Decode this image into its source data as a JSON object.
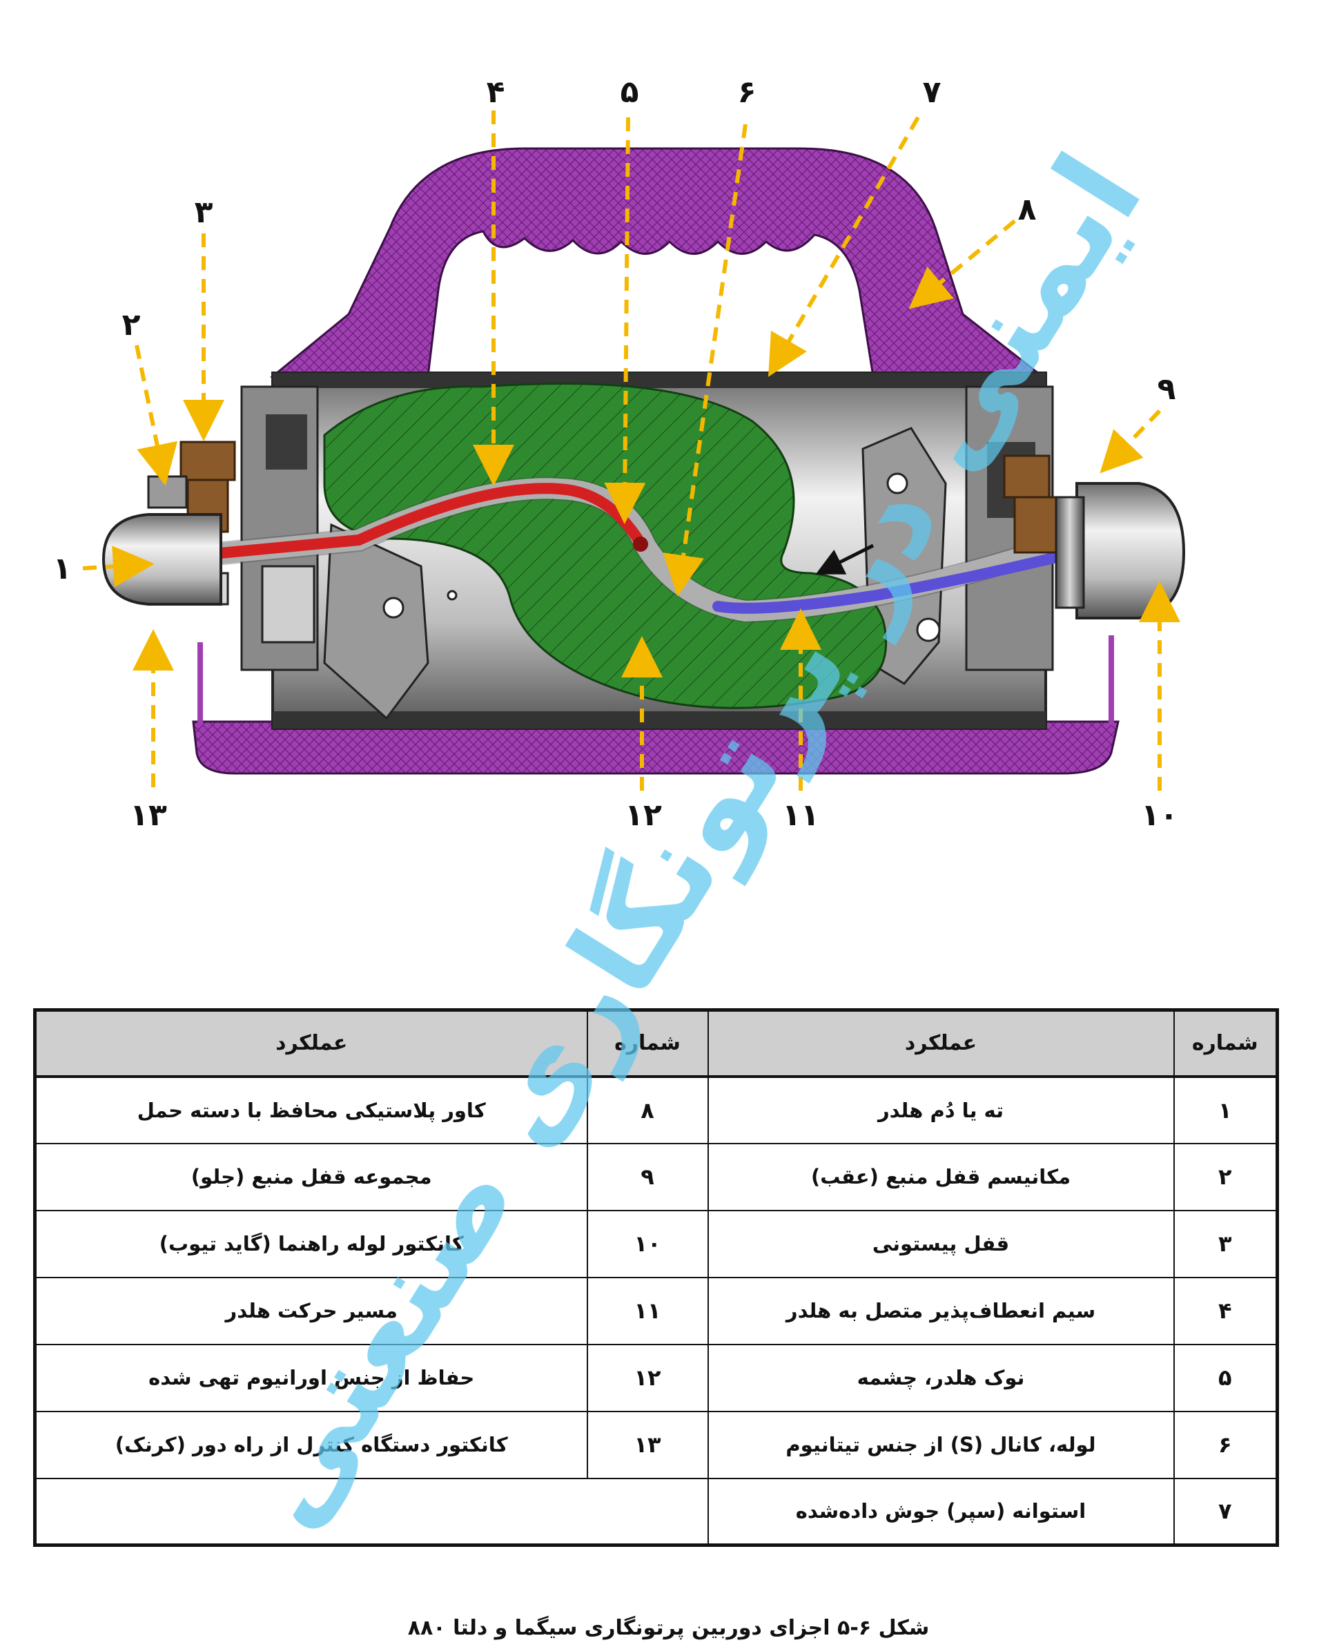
{
  "figure": {
    "callouts": [
      "۱",
      "۲",
      "۳",
      "۴",
      "۵",
      "۶",
      "۷",
      "۸",
      "۹",
      "۱۰",
      "۱۱",
      "۱۲",
      "۱۳"
    ],
    "colors": {
      "handle": "#a03fb2",
      "shield": "#2f8a2f",
      "cable": "#d42020",
      "channel": "#5a4fd6",
      "lock": "#8a5a2a",
      "arrow": "#f5b800"
    }
  },
  "table": {
    "headers": {
      "number": "شماره",
      "function": "عملکرد"
    },
    "rows": [
      {
        "n": "۱",
        "f": "ته یا دُم هلدر",
        "n2": "۸",
        "f2": "کاور پلاستیکی محافظ با دسته حمل"
      },
      {
        "n": "۲",
        "f": "مکانیسم قفل منبع (عقب)",
        "n2": "۹",
        "f2": "مجموعه قفل منبع (جلو)"
      },
      {
        "n": "۳",
        "f": "قفل پیستونی",
        "n2": "۱۰",
        "f2": "کانکتور لوله راهنما (گاید تیوب)"
      },
      {
        "n": "۴",
        "f": "سیم انعطاف‌پذیر متصل به هلدر",
        "n2": "۱۱",
        "f2": "مسیر حرکت هلدر"
      },
      {
        "n": "۵",
        "f": "نوک هلدر، چشمه",
        "n2": "۱۲",
        "f2": "حفاظ از جنس اورانیوم تهی شده"
      },
      {
        "n": "۶",
        "f": "لوله، کانال (S) از جنس تیتانیوم",
        "n2": "۱۳",
        "f2": "کانکتور دستگاه کنترل از راه دور (کرنک)"
      },
      {
        "n": "۷",
        "f": "استوانه (سپر) جوش داده‌شده",
        "n2": "",
        "f2": ""
      }
    ]
  },
  "caption": "شکل ۶-۵ اجزای دوربین پرتونگاری سیگما و دلتا ۸۸۰",
  "watermark": "ایمنی در پرتونگاری صنعتی"
}
